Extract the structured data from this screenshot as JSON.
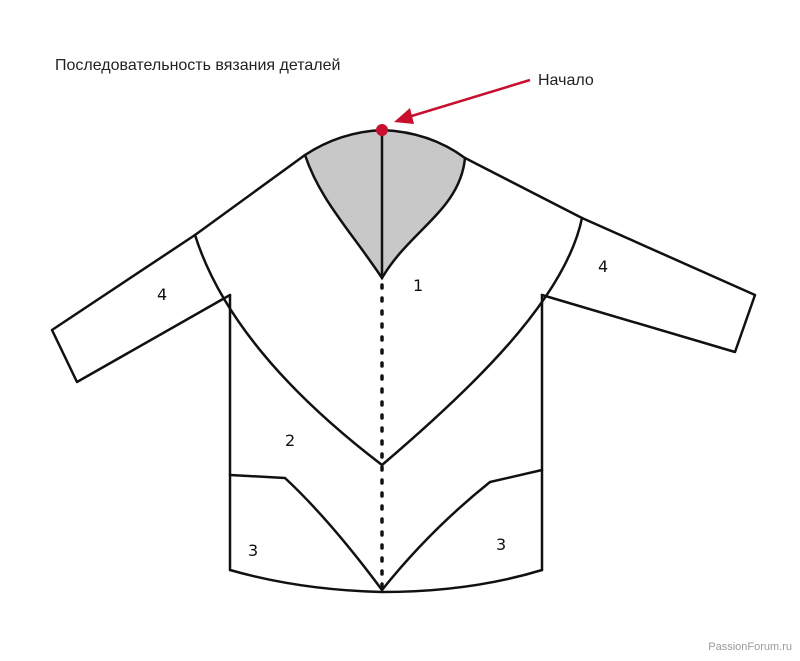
{
  "diagram": {
    "title": "Последовательность вязания деталей",
    "start_label": "Начало",
    "colors": {
      "outline": "#111111",
      "yoke_fill": "#c8c8c8",
      "start_marker": "#c8102e",
      "arrow": "#c8102e"
    },
    "parts": [
      {
        "id": "part-1",
        "label": "1"
      },
      {
        "id": "part-2",
        "label": "2"
      },
      {
        "id": "part-3-left",
        "label": "3"
      },
      {
        "id": "part-3-right",
        "label": "3"
      },
      {
        "id": "part-4-left",
        "label": "4"
      },
      {
        "id": "part-4-right",
        "label": "4"
      }
    ],
    "watermark": "PassionForum.ru"
  }
}
